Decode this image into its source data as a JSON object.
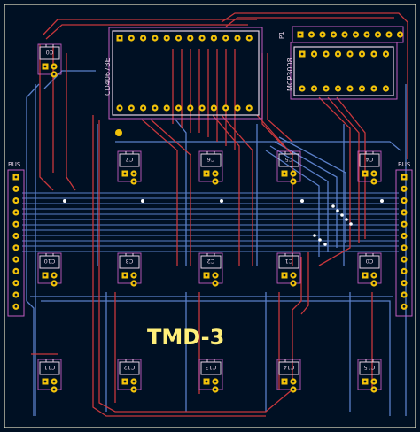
{
  "board": {
    "title": "TMD-3",
    "colors": {
      "background": "#001023",
      "edge": "#e9e6c8",
      "front_copper": "#c8373c",
      "back_copper": "#5a7fc9",
      "pad": "#f2c20a",
      "silkscreen": "#e6d2e6",
      "courtyard": "#c45bc0",
      "title": "#ffef7a"
    }
  },
  "components": {
    "ic_left": {
      "ref": "CD4067BE"
    },
    "ic_right": {
      "ref": "MCP3008"
    },
    "header_top": {
      "ref": "P1"
    },
    "bus_left": {
      "ref": "BUS"
    },
    "bus_right": {
      "ref": "BUS"
    }
  },
  "sensors": {
    "row1": [
      "C0"
    ],
    "row2": [
      "C7",
      "C6",
      "C5",
      "C4"
    ],
    "row3": [
      "C10",
      "C3",
      "C2",
      "C1",
      "C0"
    ],
    "row4": [
      "C11",
      "C12",
      "C13",
      "C14",
      "C15"
    ]
  },
  "icons": {
    "sensor": "sot23-footprint-icon",
    "via": "via-dot-icon"
  }
}
